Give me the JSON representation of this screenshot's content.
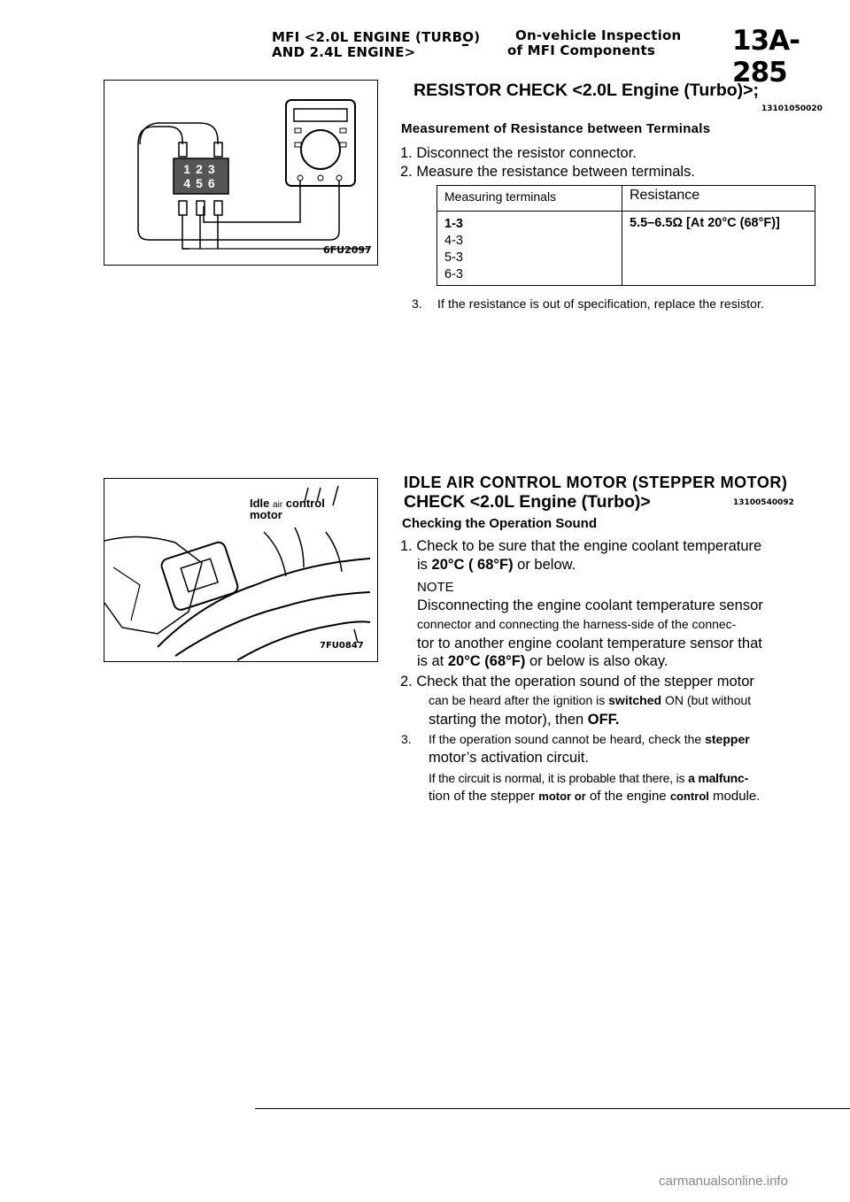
{
  "header": {
    "left_line1": "MFI <2.0L ENGINE (TURBO)",
    "left_line2": "AND 2.4L ENGINE>",
    "dash": "–",
    "center_line1": "On-vehicle Inspection",
    "center_line2": "of MFI Components",
    "page_number": "13A-285"
  },
  "section1": {
    "title": "RESISTOR CHECK <2.0L Engine (Turbo)>;",
    "code": "13101050020",
    "subheading": "Measurement of Resistance between Terminals",
    "steps": [
      "1. Disconnect the resistor connector.",
      "2. Measure the resistance between terminals."
    ],
    "table": {
      "headers": [
        "Measuring terminals",
        "Resistance"
      ],
      "terminals": [
        "1-3",
        "4-3",
        "5-3",
        "6-3"
      ],
      "resistance": "5.5–6.5Ω [At 20°C (68°F)]"
    },
    "step3_num": "3.",
    "step3_text": "If the resistance is out of specification, replace the resistor."
  },
  "figure1": {
    "code": "6FU2097",
    "connector_numbers": [
      "1",
      "2",
      "3",
      "4",
      "5",
      "6"
    ]
  },
  "figure2": {
    "code": "7FU0847",
    "label_line1_a": "Idle",
    "label_line1_b": "air",
    "label_line1_c": "control",
    "label_line2": "motor"
  },
  "section2": {
    "title_line1": "IDLE AIR CONTROL MOTOR (STEPPER MOTOR)",
    "title_line2": "CHECK <2.0L Engine (Turbo)>",
    "code": "13100540092",
    "subheading": "Checking the Operation Sound",
    "p1_line1": "1. Check to be sure that the engine coolant temperature",
    "p1_line2_a": "is",
    "p1_line2_b": "20°C ( 68°F)",
    "p1_line2_c": "or below.",
    "note_label": "NOTE",
    "note_line1": "Disconnecting the engine coolant temperature sensor",
    "note_line2": "connector and connecting the harness-side of the connec-",
    "note_line3": "tor to another engine coolant temperature sensor that",
    "note_line4_a": "is at",
    "note_line4_b": "20°C (68°F)",
    "note_line4_c": "or below is also okay.",
    "p2_line1": "2. Check that the operation sound of the stepper motor",
    "p2_line2_a": "can be heard after the ignition is",
    "p2_line2_b": "switched",
    "p2_line2_c": "ON (but without",
    "p2_line3_a": "starting the motor), then",
    "p2_line3_b": "OFF.",
    "p3_num": "3.",
    "p3_line1_a": "If the operation sound cannot be heard, check the",
    "p3_line1_b": "stepper",
    "p3_line2": "motor’s activation circuit.",
    "p3_line3_a": "If the circuit is normal, it is probable that there, is",
    "p3_line3_b": "a malfunc-",
    "p3_line4_a": "tion of the stepper",
    "p3_line4_b": "motor or",
    "p3_line4_c": "of the engine",
    "p3_line4_d": "control",
    "p3_line4_e": "module."
  },
  "footer": {
    "watermark": "carmanualsonline.info"
  }
}
